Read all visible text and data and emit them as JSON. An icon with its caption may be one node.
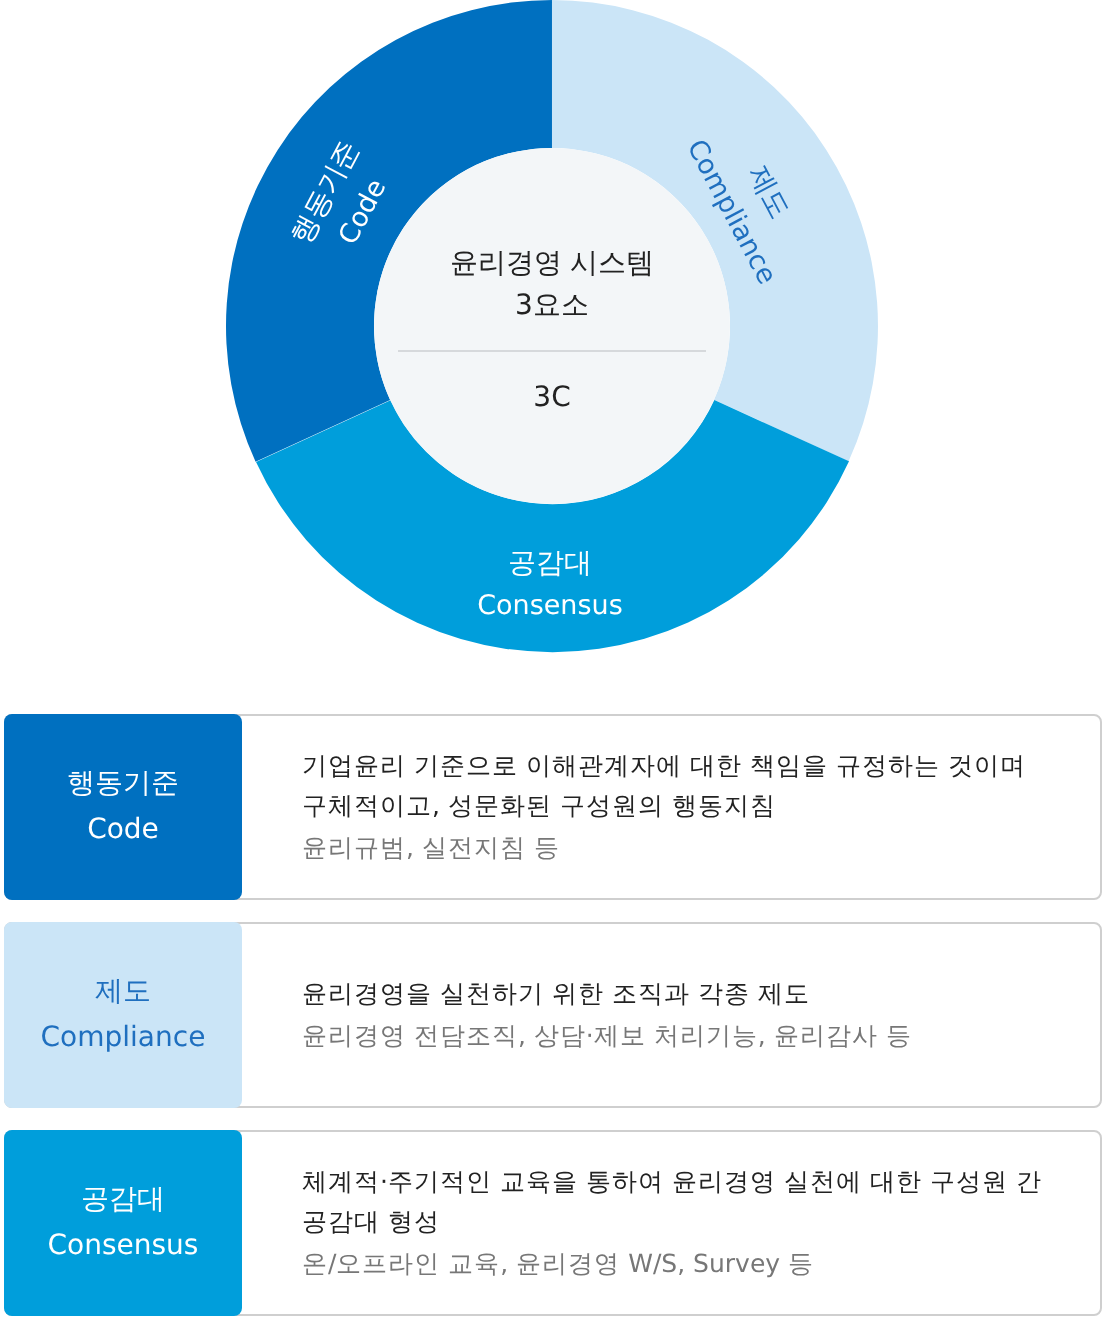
{
  "diagram": {
    "nodes": [
      {
        "text": [
          "윤리경영 시스템 3요소",
          "3C"
        ]
      },
      {
        "text": [
          "행동기준",
          "Code"
        ]
      },
      {
        "text": [
          "제도",
          "Compliance"
        ]
      },
      {
        "text": [
          "공감대",
          "Consensus"
        ]
      },
      {
        "text": [
          "기업윤리 기준으로 이해관계자에 대한 책임을 규정하는 것이며 구체적이고, 성문화된 구성원의 행동지침",
          "윤리규범, 실전지침 등"
        ]
      },
      {
        "text": [
          "행동기준",
          "Code"
        ],
        "in": 4
      },
      {
        "text": [
          "윤리경영을 실천하기 위한 조직과 각종 제도",
          "윤리경영 전담조직, 상담·제보 처리기능, 윤리감사 등"
        ]
      },
      {
        "text": [
          "제도",
          "Compliance"
        ],
        "in": 6
      },
      {
        "text": [
          "체계적·주기적인 교육을 통하여 윤리경영 실천에 대한 구성원 간 공감대 형성",
          "온/오프라인 교육, 윤리경영 W/S, Survey 등"
        ]
      },
      {
        "text": [
          "공감대",
          "Consensus"
        ],
        "in": 8
      }
    ]
  }
}
